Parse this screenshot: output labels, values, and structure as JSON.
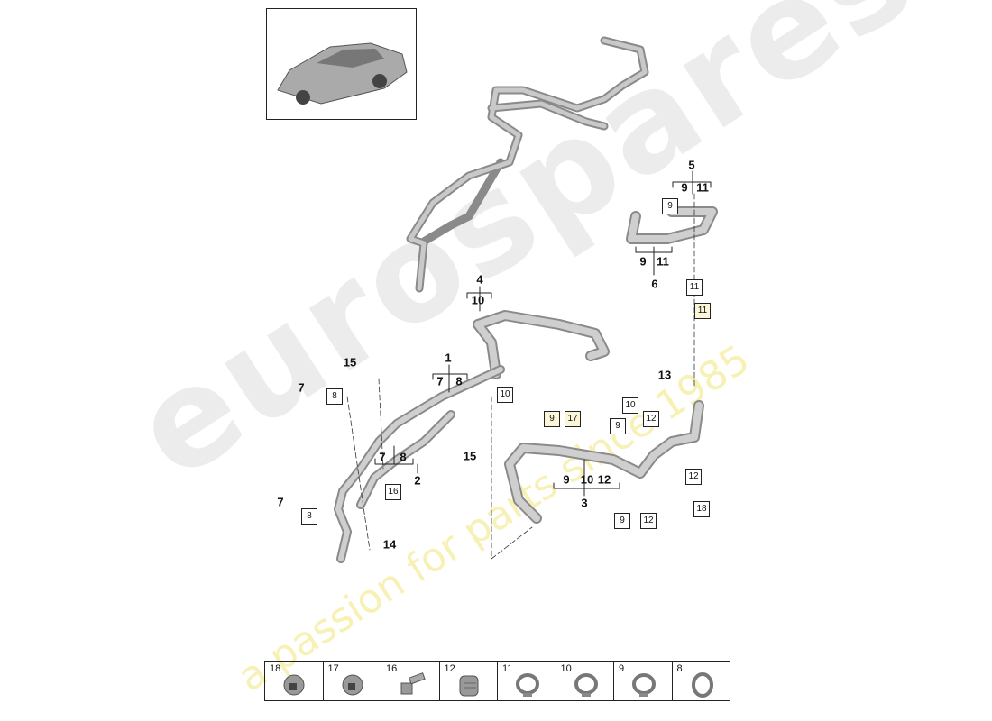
{
  "watermark": {
    "brand": "eurospares",
    "tagline": "a passion for parts since 1985"
  },
  "callouts": [
    "5",
    "9",
    "11",
    "9",
    "11",
    "6",
    "4",
    "10",
    "1",
    "7",
    "8",
    "15",
    "7",
    "7",
    "8",
    "2",
    "15",
    "9",
    "10",
    "12",
    "3",
    "7",
    "14",
    "13"
  ],
  "boxed_refs": [
    "9",
    "11",
    "11",
    "10",
    "8",
    "9",
    "17",
    "10",
    "12",
    "9",
    "12",
    "18",
    "9",
    "12",
    "8",
    "16"
  ],
  "legend": [
    "18",
    "17",
    "16",
    "12",
    "11",
    "10",
    "9",
    "8"
  ],
  "legend_parts": [
    "plug",
    "plug",
    "screw",
    "holder",
    "hose-clamp",
    "hose-clamp",
    "hose-clamp",
    "seal-ring"
  ],
  "colors": {
    "pipe": "#b9b9b9",
    "outline": "#222222",
    "watermark_text": "#f0e678"
  }
}
